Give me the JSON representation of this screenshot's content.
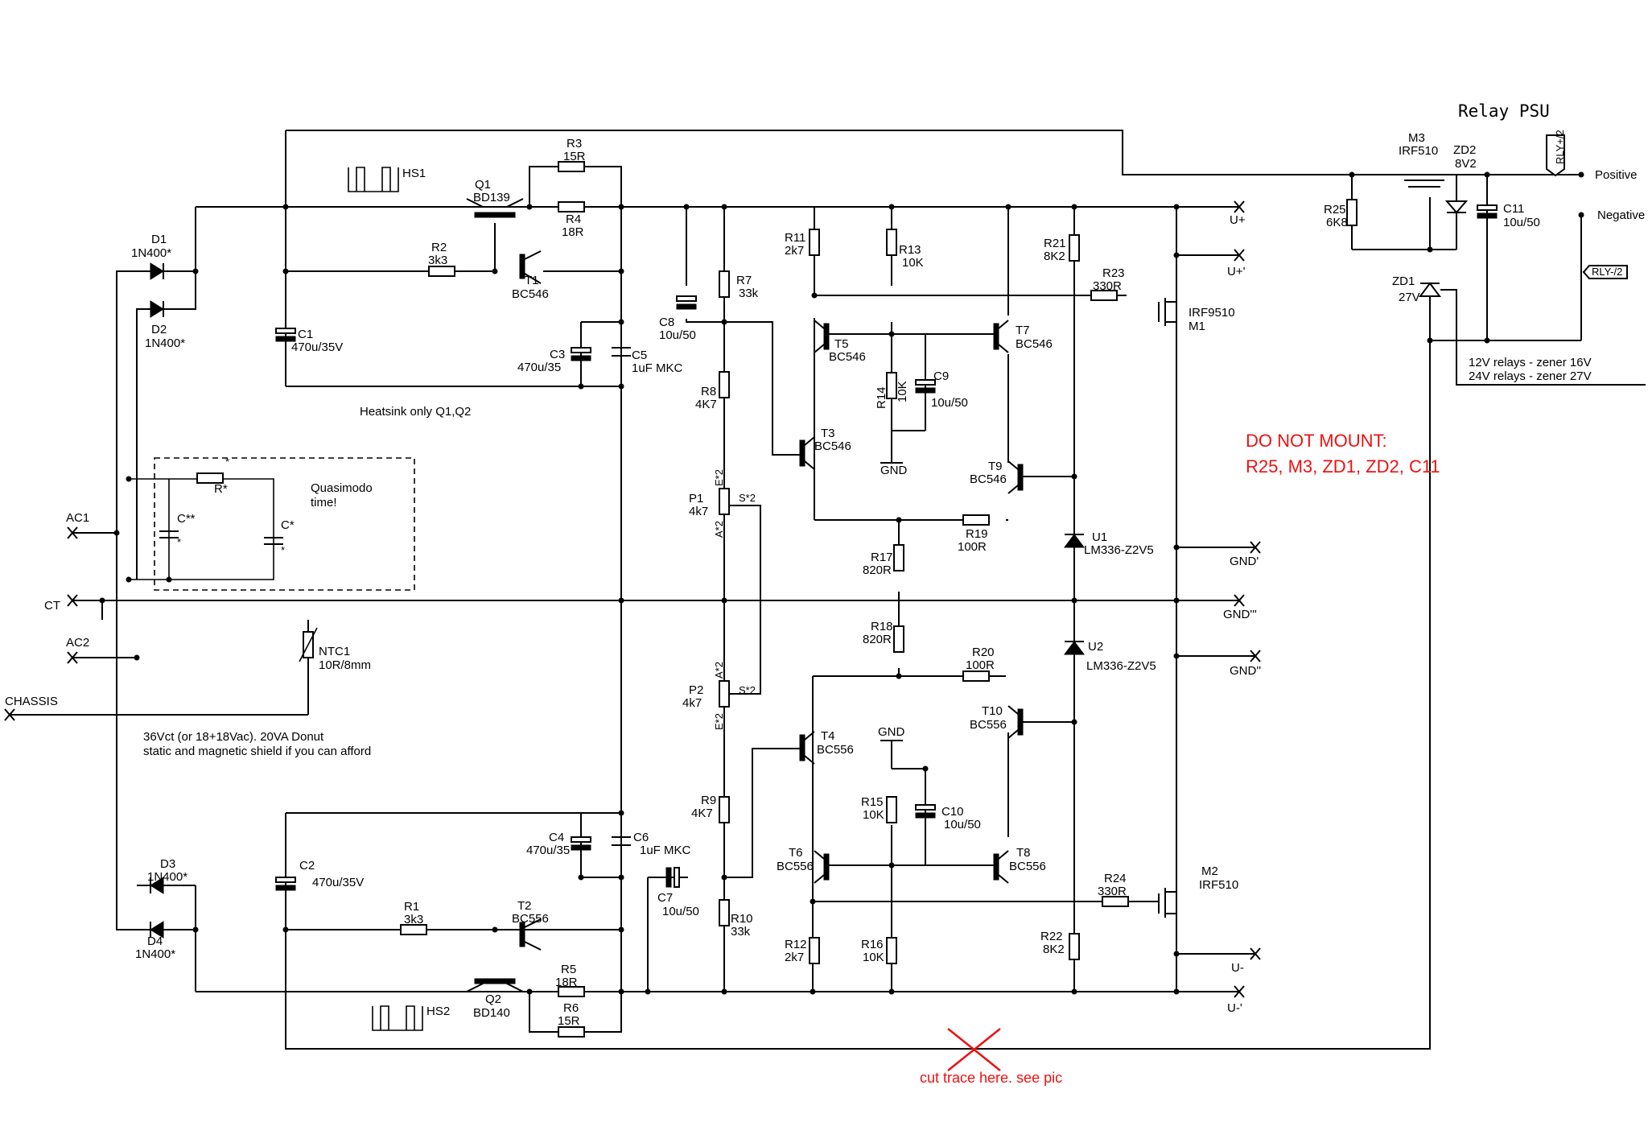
{
  "schematic": {
    "relay_title": "Relay PSU",
    "do_not_mount_1": "DO NOT MOUNT:",
    "do_not_mount_2": "R25, M3, ZD1, ZD2, C11",
    "cut_note": "cut trace here. see pic",
    "heatsink_note": "Heatsink only Q1,Q2",
    "quasimodo_1": "Quasimodo",
    "quasimodo_2": "time!",
    "transformer_1": "36Vct (or 18+18Vac). 20VA Donut",
    "transformer_2": "static and magnetic shield if you can afford",
    "zener_note_1": "12V relays - zener 16V",
    "zener_note_2": "24V relays - zener 27V",
    "connectors": {
      "ac1": "AC1",
      "ct": "CT",
      "ac2": "AC2",
      "chassis": "CHASSIS",
      "u_plus": "U+",
      "u_plus_p": "U+'",
      "gnd_p": "GND'",
      "gnd_ppp": "GND'''",
      "gnd_pp": "GND''",
      "u_minus": "U-",
      "u_minus_p": "U-'",
      "positive": "Positive",
      "negative": "Negative",
      "rly_pos": "RLY+/2",
      "rly_neg": "RLY-/2",
      "gnd1": "GND",
      "gnd2": "GND"
    },
    "components": {
      "d1": {
        "ref": "D1",
        "val": "1N400*"
      },
      "d2": {
        "ref": "D2",
        "val": "1N400*"
      },
      "d3": {
        "ref": "D3",
        "val": "1N400*"
      },
      "d4": {
        "ref": "D4",
        "val": "1N400*"
      },
      "c1": {
        "ref": "C1",
        "val": "470u/35V"
      },
      "c2": {
        "ref": "C2",
        "val": "470u/35V"
      },
      "c3": {
        "ref": "C3",
        "val": "470u/35"
      },
      "c4": {
        "ref": "C4",
        "val": "470u/35"
      },
      "c5": {
        "ref": "C5",
        "val": "1uF MKC"
      },
      "c6": {
        "ref": "C6",
        "val": "1uF MKC"
      },
      "c7": {
        "ref": "C7",
        "val": "10u/50"
      },
      "c8": {
        "ref": "C8",
        "val": "10u/50"
      },
      "c9": {
        "ref": "C9",
        "val": "10u/50"
      },
      "c10": {
        "ref": "C10",
        "val": "10u/50"
      },
      "c11": {
        "ref": "C11",
        "val": "10u/50"
      },
      "cstar2": {
        "ref": "C**",
        "val": "*"
      },
      "cstar": {
        "ref": "C*",
        "val": "*"
      },
      "rstar": {
        "ref": "R*",
        "val": "*"
      },
      "q1": {
        "ref": "Q1",
        "val": "BD139"
      },
      "q2": {
        "ref": "Q2",
        "val": "BD140"
      },
      "t1": {
        "ref": "T1",
        "val": "BC546"
      },
      "t2": {
        "ref": "T2",
        "val": "BC556"
      },
      "t3": {
        "ref": "T3",
        "val": "BC546"
      },
      "t4": {
        "ref": "T4",
        "val": "BC556"
      },
      "t5": {
        "ref": "T5",
        "val": "BC546"
      },
      "t6": {
        "ref": "T6",
        "val": "BC556"
      },
      "t7": {
        "ref": "T7",
        "val": "BC546"
      },
      "t8": {
        "ref": "T8",
        "val": "BC556"
      },
      "t9": {
        "ref": "T9",
        "val": "BC546"
      },
      "t10": {
        "ref": "T10",
        "val": "BC556"
      },
      "r1": {
        "ref": "R1",
        "val": "3k3"
      },
      "r2": {
        "ref": "R2",
        "val": "3k3"
      },
      "r3": {
        "ref": "R3",
        "val": "15R"
      },
      "r4": {
        "ref": "R4",
        "val": "18R"
      },
      "r5": {
        "ref": "R5",
        "val": "18R"
      },
      "r6": {
        "ref": "R6",
        "val": "15R"
      },
      "r7": {
        "ref": "R7",
        "val": "33k"
      },
      "r8": {
        "ref": "R8",
        "val": "4K7"
      },
      "r9": {
        "ref": "R9",
        "val": "4K7"
      },
      "r10": {
        "ref": "R10",
        "val": "33k"
      },
      "r11": {
        "ref": "R11",
        "val": "2k7"
      },
      "r12": {
        "ref": "R12",
        "val": "2k7"
      },
      "r13": {
        "ref": "R13",
        "val": "10K"
      },
      "r14": {
        "ref": "R14",
        "val": "10K"
      },
      "r15": {
        "ref": "R15",
        "val": "10K"
      },
      "r16": {
        "ref": "R16",
        "val": "10K"
      },
      "r17": {
        "ref": "R17",
        "val": "820R"
      },
      "r18": {
        "ref": "R18",
        "val": "820R"
      },
      "r19": {
        "ref": "R19",
        "val": "100R"
      },
      "r20": {
        "ref": "R20",
        "val": "100R"
      },
      "r21": {
        "ref": "R21",
        "val": "8K2"
      },
      "r22": {
        "ref": "R22",
        "val": "8K2"
      },
      "r23": {
        "ref": "R23",
        "val": "330R"
      },
      "r24": {
        "ref": "R24",
        "val": "330R"
      },
      "r25": {
        "ref": "R25",
        "val": "6K8"
      },
      "p1": {
        "ref": "P1",
        "val": "4k7"
      },
      "p2": {
        "ref": "P2",
        "val": "4k7"
      },
      "u1": {
        "ref": "U1",
        "val": "LM336-Z2V5"
      },
      "u2": {
        "ref": "U2",
        "val": "LM336-Z2V5"
      },
      "m1": {
        "ref": "M1",
        "val": "IRF9510"
      },
      "m2": {
        "ref": "M2",
        "val": "IRF510"
      },
      "m3": {
        "ref": "M3",
        "val": "IRF510"
      },
      "zd1": {
        "ref": "ZD1",
        "val": "27V"
      },
      "zd2": {
        "ref": "ZD2",
        "val": "8V2"
      },
      "ntc1": {
        "ref": "NTC1",
        "val": "10R/8mm"
      },
      "hs1": {
        "ref": "HS1"
      },
      "hs2": {
        "ref": "HS2"
      }
    },
    "pot_pins": {
      "a1": "A*2",
      "e1": "E*2",
      "s1": "S*2",
      "a2": "A*2",
      "e2": "E*2",
      "s2": "S*2"
    }
  }
}
